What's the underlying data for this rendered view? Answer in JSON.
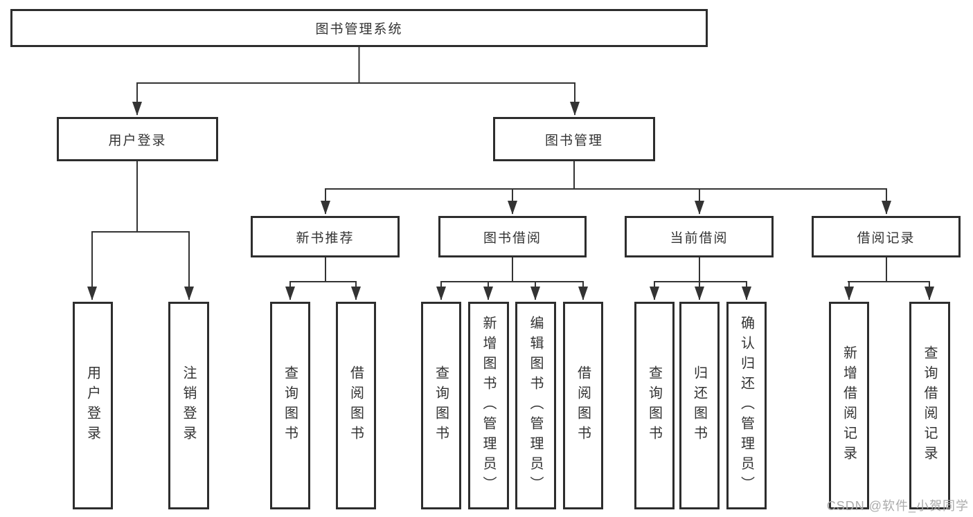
{
  "diagram": {
    "title": "图书管理系统",
    "root": {
      "label": "图书管理系统"
    },
    "branches": [
      {
        "label": "用户登录",
        "children": [
          {
            "label": "用户登录"
          },
          {
            "label": "注销登录"
          }
        ]
      },
      {
        "label": "图书管理",
        "children": [
          {
            "label": "新书推荐",
            "children": [
              {
                "label": "查询图书"
              },
              {
                "label": "借阅图书"
              }
            ]
          },
          {
            "label": "图书借阅",
            "children": [
              {
                "label": "查询图书"
              },
              {
                "label": "新增图书（管理员）"
              },
              {
                "label": "编辑图书（管理员）"
              },
              {
                "label": "借阅图书"
              }
            ]
          },
          {
            "label": "当前借阅",
            "children": [
              {
                "label": "查询图书"
              },
              {
                "label": "归还图书"
              },
              {
                "label": "确认归还（管理员）"
              }
            ]
          },
          {
            "label": "借阅记录",
            "children": [
              {
                "label": "新增借阅记录"
              },
              {
                "label": "查询借阅记录"
              }
            ]
          }
        ]
      }
    ]
  },
  "watermark": {
    "text": "CSDN @软件_小贺同学"
  },
  "colors": {
    "line": "#333333",
    "border": "#2d2d2d",
    "text": "#333333",
    "watermark": "#ababab",
    "background": "#ffffff"
  }
}
